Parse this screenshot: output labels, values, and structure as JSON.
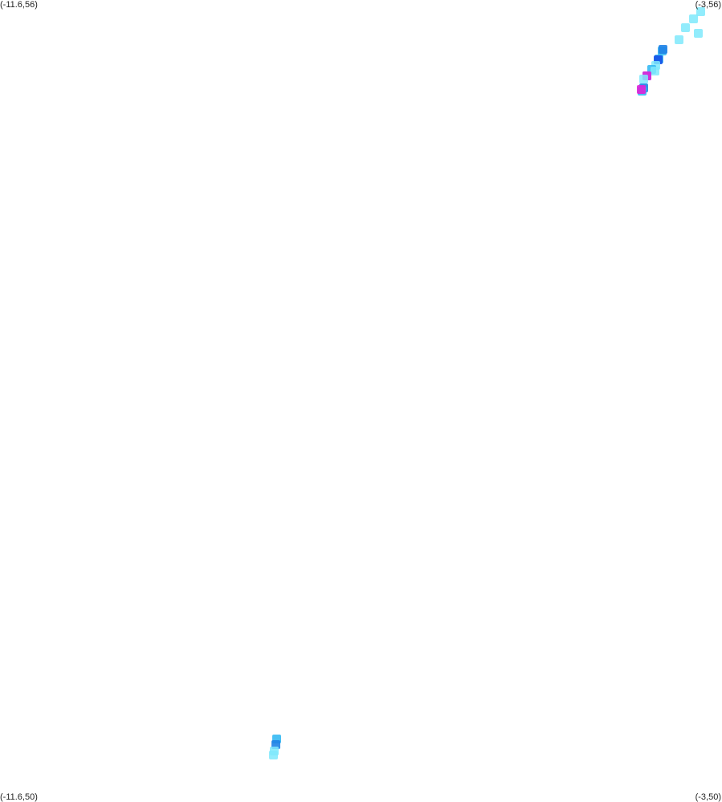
{
  "map": {
    "bounds": {
      "lon_min": -11.6,
      "lon_max": -3,
      "lat_min": 50,
      "lat_max": 56
    },
    "corner_labels": {
      "top_left": "(-11.6,56)",
      "top_right": "(-3,56)",
      "bottom_left": "(-11.6,50)",
      "bottom_right": "(-3,50)"
    },
    "palette": {
      "light": "#7fe9fb",
      "medium": "#35b9f3",
      "strong": "#1f82e6",
      "deep": "#1450e8",
      "peak": "#e020d8"
    },
    "cells": [
      {
        "lon": -3.25,
        "lat": 55.91,
        "color": "light"
      },
      {
        "lon": -3.34,
        "lat": 55.86,
        "color": "light"
      },
      {
        "lon": -3.44,
        "lat": 55.79,
        "color": "light"
      },
      {
        "lon": -3.28,
        "lat": 55.75,
        "color": "light"
      },
      {
        "lon": -3.51,
        "lat": 55.7,
        "color": "light"
      },
      {
        "lon": -3.71,
        "lat": 55.62,
        "color": "medium"
      },
      {
        "lon": -3.7,
        "lat": 55.63,
        "color": "strong"
      },
      {
        "lon": -3.75,
        "lat": 55.56,
        "color": "medium"
      },
      {
        "lon": -3.76,
        "lat": 55.55,
        "color": "deep"
      },
      {
        "lon": -3.79,
        "lat": 55.51,
        "color": "light"
      },
      {
        "lon": -3.84,
        "lat": 55.48,
        "color": "medium"
      },
      {
        "lon": -3.8,
        "lat": 55.47,
        "color": "light"
      },
      {
        "lon": -3.89,
        "lat": 55.43,
        "color": "medium"
      },
      {
        "lon": -3.89,
        "lat": 55.43,
        "color": "peak"
      },
      {
        "lon": -3.93,
        "lat": 55.41,
        "color": "light"
      },
      {
        "lon": -3.93,
        "lat": 55.34,
        "color": "strong"
      },
      {
        "lon": -3.95,
        "lat": 55.32,
        "color": "medium"
      },
      {
        "lon": -3.96,
        "lat": 55.33,
        "color": "peak"
      },
      {
        "lon": -8.3,
        "lat": 50.47,
        "color": "medium"
      },
      {
        "lon": -8.31,
        "lat": 50.43,
        "color": "strong"
      },
      {
        "lon": -8.33,
        "lat": 50.38,
        "color": "light"
      },
      {
        "lon": -8.34,
        "lat": 50.35,
        "color": "light"
      }
    ]
  }
}
